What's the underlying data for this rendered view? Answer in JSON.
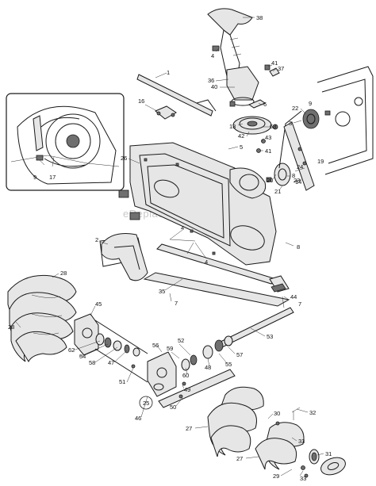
{
  "watermark": "eReplacementParts.com",
  "callouts": [
    {
      "id": "c38",
      "text": "38"
    },
    {
      "id": "c1",
      "text": "1"
    },
    {
      "id": "c4a",
      "text": "4"
    },
    {
      "id": "c41a",
      "text": "41"
    },
    {
      "id": "c37",
      "text": "37"
    },
    {
      "id": "c36",
      "text": "36"
    },
    {
      "id": "c40",
      "text": "40"
    },
    {
      "id": "c6",
      "text": "6"
    },
    {
      "id": "c13",
      "text": "13"
    },
    {
      "id": "c63",
      "text": "63"
    },
    {
      "id": "c42",
      "text": "42"
    },
    {
      "id": "c43",
      "text": "43"
    },
    {
      "id": "c41b",
      "text": "41"
    },
    {
      "id": "c22",
      "text": "22"
    },
    {
      "id": "c9a",
      "text": "9"
    },
    {
      "id": "c3",
      "text": "3"
    },
    {
      "id": "c16",
      "text": "16"
    },
    {
      "id": "c5",
      "text": "5"
    },
    {
      "id": "c26",
      "text": "26"
    },
    {
      "id": "c8a",
      "text": "8"
    },
    {
      "id": "c20",
      "text": "20"
    },
    {
      "id": "c21",
      "text": "21"
    },
    {
      "id": "c23",
      "text": "23"
    },
    {
      "id": "c24",
      "text": "24"
    },
    {
      "id": "c14",
      "text": "14"
    },
    {
      "id": "c19",
      "text": "19"
    },
    {
      "id": "c9b",
      "text": "9"
    },
    {
      "id": "c17",
      "text": "17"
    },
    {
      "id": "c2",
      "text": "2"
    },
    {
      "id": "c4b",
      "text": "4"
    },
    {
      "id": "c4c",
      "text": "4"
    },
    {
      "id": "c8b",
      "text": "8"
    },
    {
      "id": "c28a",
      "text": "28"
    },
    {
      "id": "c35",
      "text": "35"
    },
    {
      "id": "c44",
      "text": "44"
    },
    {
      "id": "c7a",
      "text": "7"
    },
    {
      "id": "c7b",
      "text": "7"
    },
    {
      "id": "c45",
      "text": "45"
    },
    {
      "id": "c28b",
      "text": "28"
    },
    {
      "id": "c53",
      "text": "53"
    },
    {
      "id": "c62",
      "text": "62"
    },
    {
      "id": "c54",
      "text": "54"
    },
    {
      "id": "c58",
      "text": "58"
    },
    {
      "id": "c47",
      "text": "47"
    },
    {
      "id": "c56",
      "text": "56"
    },
    {
      "id": "c59",
      "text": "59"
    },
    {
      "id": "c52",
      "text": "52"
    },
    {
      "id": "c57",
      "text": "57"
    },
    {
      "id": "c55",
      "text": "55"
    },
    {
      "id": "c48",
      "text": "48"
    },
    {
      "id": "c60",
      "text": "60"
    },
    {
      "id": "c25",
      "text": "25"
    },
    {
      "id": "c51",
      "text": "51"
    },
    {
      "id": "c46",
      "text": "46"
    },
    {
      "id": "c49",
      "text": "49"
    },
    {
      "id": "c50",
      "text": "50"
    },
    {
      "id": "c30",
      "text": "30"
    },
    {
      "id": "c32",
      "text": "32"
    },
    {
      "id": "c27a",
      "text": "27"
    },
    {
      "id": "c33a",
      "text": "33"
    },
    {
      "id": "c31",
      "text": "31"
    },
    {
      "id": "c27b",
      "text": "27"
    },
    {
      "id": "c29",
      "text": "29"
    },
    {
      "id": "c33b",
      "text": "33"
    }
  ]
}
